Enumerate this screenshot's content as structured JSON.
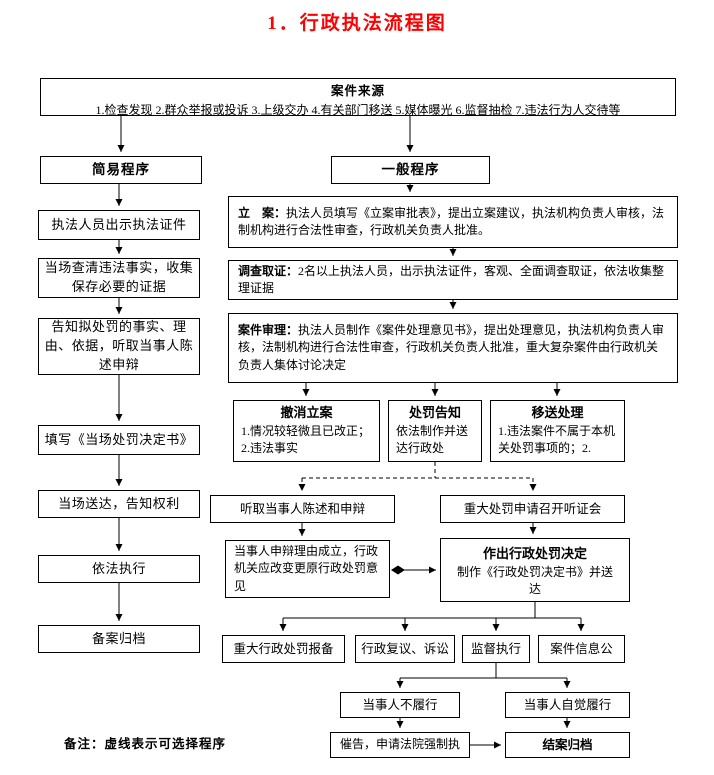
{
  "title": "1．行政执法流程图",
  "colors": {
    "title": "#fe0000",
    "line": "#000000"
  },
  "source": {
    "title": "案件来源",
    "items": "1.检查发现 2.群众举报或投诉 3.上级交办 4.有关部门移送 5.媒体曝光 6.监督抽检 7.违法行为人交待等"
  },
  "simple": {
    "label": "简易程序",
    "steps": [
      "执法人员出示执法证件",
      "当场查清违法事实，收集保存必要的证据",
      "告知拟处罚的事实、理由、依据，听取当事人陈述申辩",
      "填写《当场处罚决定书》",
      "当场送达，告知权利",
      "依法执行",
      "备案归档"
    ]
  },
  "general": {
    "label": "一般程序",
    "filing": {
      "label": "立　案：",
      "text": "执法人员填写《立案审批表》，提出立案建议，执法机构负责人审核，法制机构进行合法性审查，行政机关负责人批准。"
    },
    "investigation": {
      "label": "调查取证：",
      "text": "2名以上执法人员，出示执法证件，客观、全面调查取证，依法收集整理证据"
    },
    "review": {
      "label": "案件审理：",
      "text": "执法人员制作《案件处理意见书》，提出处理意见，执法机构负责人审核，法制机构进行合法性审查，行政机关负责人批准，重大复杂案件由行政机关负责人集体讨论决定"
    }
  },
  "branches": {
    "revoke": {
      "title": "撤消立案",
      "text": "1.情况较轻微且已改正；2.违法事实"
    },
    "notice": {
      "title": "处罚告知",
      "text": "依法制作并送达行政处"
    },
    "transfer": {
      "title": "移送处理",
      "text": "1.违法案件不属于本机关处罚事项的；2."
    }
  },
  "hearing": {
    "statement": "听取当事人陈述和申辩",
    "major_hearing": "重大处罚申请召开听证会",
    "defense_valid": "当事人申辩理由成立，行政机关应改变更原行政处罚意见",
    "decision": {
      "title": "作出行政处罚决定",
      "text": "制作《行政处罚决定书》并送达"
    }
  },
  "after_decision": [
    "重大行政处罚报备",
    "行政复议、诉讼",
    "监督执行",
    "案件信息公"
  ],
  "execution": {
    "not_perform": "当事人不履行",
    "perform": "当事人自觉履行",
    "urge": "催告，申请法院强制执",
    "close": "结案归档"
  },
  "note": "备注：虚线表示可选择程序"
}
